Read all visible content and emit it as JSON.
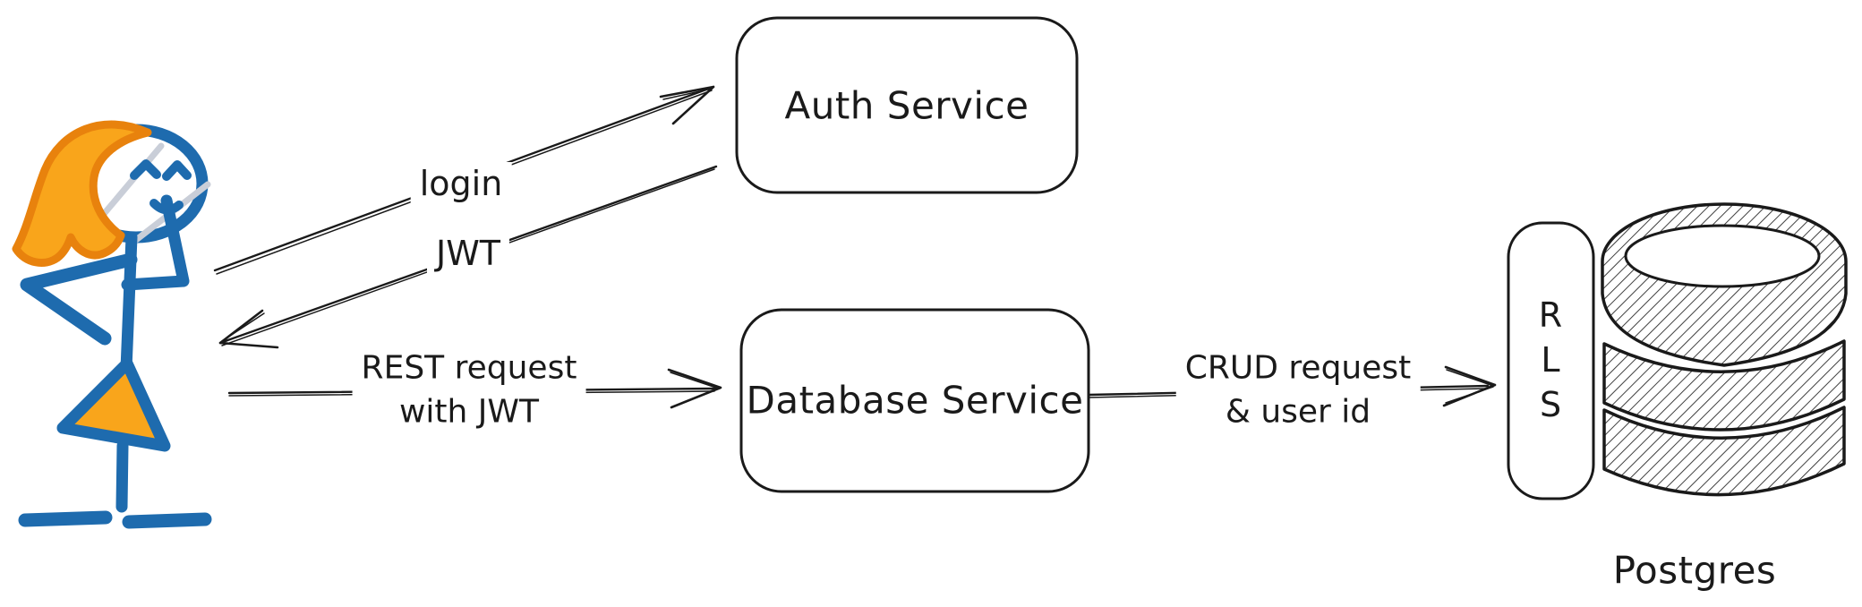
{
  "diagram": {
    "nodes": {
      "auth": {
        "label": "Auth Service"
      },
      "db": {
        "label": "Database Service"
      },
      "rls": {
        "letters": [
          "R",
          "L",
          "S"
        ]
      },
      "postgres": {
        "label": "Postgres"
      }
    },
    "arrows": {
      "login": {
        "label": "login"
      },
      "jwt": {
        "label": "JWT"
      },
      "rest": {
        "line1": "REST request",
        "line2": "with JWT"
      },
      "crud": {
        "line1": "CRUD request",
        "line2": "& user id"
      }
    },
    "icons": {
      "actor": "stick-figure-user",
      "database": "postgres-cylinder-database"
    },
    "colors": {
      "ink": "#1a1a1a",
      "actor_blue": "#1e6bae",
      "actor_orange_fill": "#f9a51b",
      "actor_orange_outline": "#e8820d",
      "accent_gray": "#c9ced8",
      "background": "#ffffff"
    }
  }
}
